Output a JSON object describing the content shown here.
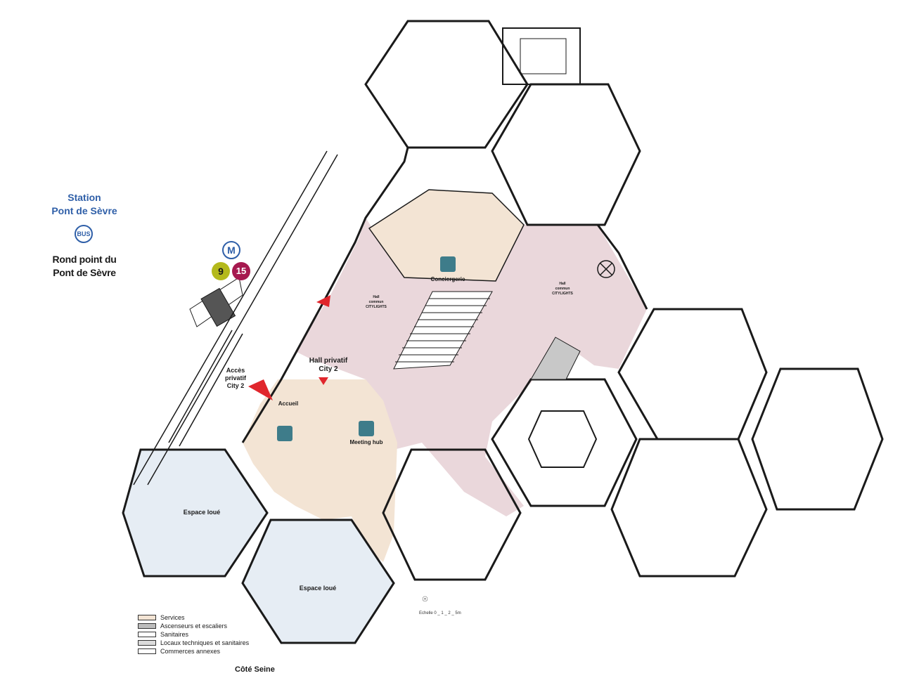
{
  "station": {
    "line1": "Station",
    "line2": "Pont de Sèvre"
  },
  "bus_label": "BUS",
  "rond_point": {
    "line1": "Rond point du",
    "line2": "Pont de Sèvre"
  },
  "metro": {
    "symbol": "M",
    "line_a": "9",
    "line_b": "15",
    "line_a_color": "#b4b91c",
    "line_b_color": "#a6194f"
  },
  "rooms": {
    "conciergerie": "Conciergerie",
    "hall_commun_left": [
      "Hall",
      "commun",
      "CITYLIGHTS"
    ],
    "hall_commun_right": [
      "Hall",
      "commun",
      "CITYLIGHTS"
    ],
    "hall_privatif": [
      "Hall privatif",
      "City 2"
    ],
    "acces_privatif": [
      "Accès",
      "privatif",
      "City 2"
    ],
    "accueil": "Accueil",
    "meeting_hub": "Meeting hub",
    "espace_loue_1": "Espace loué",
    "espace_loue_2": "Espace loué"
  },
  "legend": [
    {
      "label": "Services",
      "color": "#f3e4d4"
    },
    {
      "label": "Ascenseurs et escaliers",
      "color": "#bdbdbd"
    },
    {
      "label": "Sanitaires",
      "color": "#ffffff"
    },
    {
      "label": "Locaux techniques et sanitaires",
      "color": "#dcdcdc"
    },
    {
      "label": "Commerces annexes",
      "color": "#ffffff"
    }
  ],
  "cote_seine": "Côté Seine",
  "scale_label": "Echelle 0 _ 1 _ 2 _ 5m",
  "colors": {
    "services": "#f3e4d4",
    "hall": "#ead7db",
    "espace_loue": "#e6edf4",
    "walls": "#1a1a1a",
    "marker": "#e0262c",
    "icon_teal": "#3e7c8a",
    "station_blue": "#2f5fa8"
  }
}
